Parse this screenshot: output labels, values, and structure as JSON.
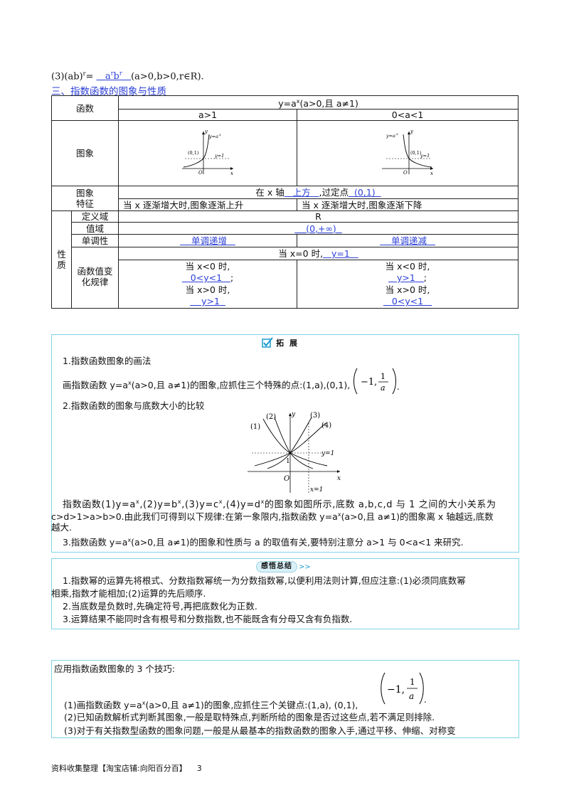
{
  "top_formula": {
    "prefix": "(3)(ab)",
    "prefix_sup": "r",
    "eq": "=",
    "answer": "a",
    "answer_sup1": "r",
    "answer_mid": "b",
    "answer_sup2": "r",
    "condition": "(a>0,b>0,r∈R)."
  },
  "section_heading": "三、指数函数的图象与性质",
  "table": {
    "func_label": "函数",
    "func_def": "y=a",
    "func_def_sup": "x",
    "func_def_cond": "(a>0,且 a≠1)",
    "case1": "a>1",
    "case2": "0<a<1",
    "graph_label": "图象",
    "graph1": {
      "point": "(0,1)",
      "curve": "y=a",
      "curve_sup": "x",
      "hline": "y=1",
      "origin": "O",
      "xaxis": "x",
      "yaxis": "y"
    },
    "graph2": {
      "point": "(0,1)",
      "curve": "y=a",
      "curve_sup": "x",
      "hline": "y=1",
      "origin": "O",
      "xaxis": "x",
      "yaxis": "y"
    },
    "feature_label_1": "图象",
    "feature_label_2": "特征",
    "feature_common_pre": "在 x 轴",
    "feature_common_ans1": "上方",
    "feature_common_mid": ",过定点",
    "feature_common_ans2": "(0,1)",
    "feature1": "当 x 逐渐增大时,图象逐渐上升",
    "feature2": "当 x 逐渐增大时,图象逐渐下降",
    "prop_label_1": "性",
    "prop_label_2": "质",
    "domain_label": "定义域",
    "domain_value": "R",
    "range_label": "值域",
    "range_value": "(0,+∞)",
    "mono_label": "单调性",
    "mono1": "单调递增",
    "mono2": "单调递减",
    "special_pre": "当 x=0 时,",
    "special_ans": "y=1",
    "rule_label_1": "函数值变",
    "rule_label_2": "化规律",
    "rule1": {
      "a_pre": "当 x<0 时,",
      "a_ans": "0<y<1",
      "a_end": ";",
      "b_pre": "当 x>0 时,",
      "b_ans": "y>1"
    },
    "rule2": {
      "a_pre": "当 x<0 时,",
      "a_ans": "y>1",
      "a_end": ";",
      "b_pre": "当 x>0 时,",
      "b_ans": "0<y<1"
    }
  },
  "box1": {
    "badge": "拓 展",
    "item1_title": "1.指数函数图象的画法",
    "item1_text": "画指数函数 y=a",
    "item1_sup": "x",
    "item1_text2": "(a>0,且 a≠1)的图象,应抓住三个特殊的点:(1,a),(0,1),",
    "item1_frac_num": "1",
    "item1_frac_den": "a",
    "item1_pt": "−1,",
    "item1_end": ".",
    "item2_title": "2.指数函数的图象与底数大小的比较",
    "graph": {
      "l1": "(1)",
      "l2": "(2)",
      "l3": "(3)",
      "l4": "(4)",
      "hline": "y=1",
      "vline": "x=1",
      "origin": "O",
      "one": "1",
      "xaxis": "x",
      "yaxis": "y"
    },
    "para2_line1": "指数函数(1)y=a",
    "para2_sup1": "x",
    "para2_line1b": ",(2)y=b",
    "para2_sup2": "x",
    "para2_line1c": ",(3)y=c",
    "para2_sup3": "x",
    "para2_line1d": ",(4)y=d",
    "para2_sup4": "x",
    "para2_line1e": "的图象如图所示,底数 a,b,c,d 与 1 之间的大小关系为",
    "para2_line2": "c>d>1>a>b>0.由此我们可得到以下规律:在第一象限内,指数函数 y=a",
    "para2_sup5": "x",
    "para2_line2b": "(a>0,且 a≠1)的图象离 x 轴越远,底数",
    "para2_line3": "越大.",
    "item3": "3.指数函数 y=a",
    "item3_sup": "x",
    "item3b": "(a>0,且 a≠1)的图象和性质与 a 的取值有关,要特别注意分 a>1 与 0<a<1 来研究."
  },
  "box2": {
    "badge": "感悟总结",
    "arrows": ">>",
    "line1": "1.指数幂的运算先将根式、分数指数幂统一为分数指数幂,以便利用法则计算,但应注意:(1)必须同底数幂",
    "line2": "相乘,指数才能相加;(2)运算的先后顺序.",
    "line3": "2.当底数是负数时,先确定符号,再把底数化为正数.",
    "line4": "3.运算结果不能同时含有根号和分数指数,也不能既含有分母又含有负指数."
  },
  "box3": {
    "title": "应用指数函数图象的 3 个技巧:",
    "line1": "(1)画指数函数 y=a",
    "line1_sup": "x",
    "line1b": "(a>0,且 a≠1)的图象,应抓住三个关键点:(1,a),  (0,1),",
    "pt": "−1,",
    "frac_num": "1",
    "frac_den": "a",
    "end": ".",
    "line2": "(2)已知函数解析式判断其图象,一般是取特殊点,判断所给的图象是否过这些点,若不满足则排除.",
    "line3": "(3)对于有关指数型函数的图象问题,一般是从最基本的指数函数的图象入手,通过平移、伸缩、对称变"
  },
  "footer": {
    "text": "资料收集整理【淘宝店铺:向阳百分百】",
    "page": "3"
  }
}
